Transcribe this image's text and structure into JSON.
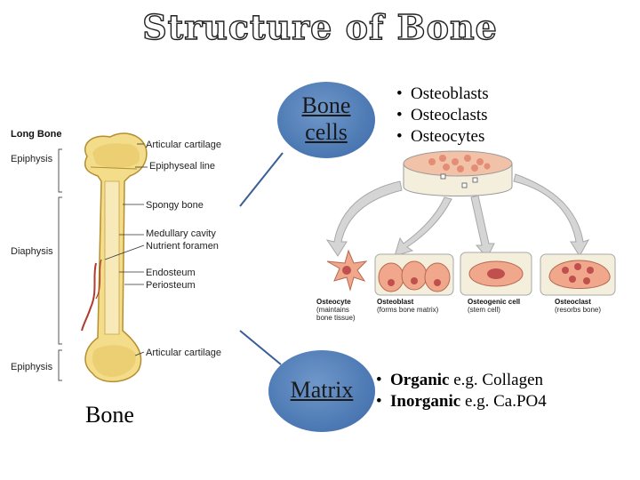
{
  "title": "Structure of Bone",
  "diagram": {
    "heading": "Long Bone",
    "labels": {
      "articular_top": "Articular cartilage",
      "epiphyseal_line": "Epiphyseal line",
      "spongy_bone": "Spongy bone",
      "medullary_cavity": "Medullary cavity",
      "nutrient_foramen": "Nutrient foramen",
      "endosteum": "Endosteum",
      "periosteum": "Periosteum",
      "articular_bottom": "Articular cartilage",
      "epiphysis_top": "Epiphysis",
      "diaphysis": "Diaphysis",
      "epiphysis_bottom": "Epiphysis"
    },
    "caption": "Bone"
  },
  "bone_cells": {
    "line1": "Bone",
    "line2": "cells",
    "items": [
      "Osteoblasts",
      "Osteoclasts",
      "Osteocytes"
    ]
  },
  "cell_figure": {
    "osteocyte": {
      "name": "Osteocyte",
      "desc1": "(maintains",
      "desc2": "bone tissue)"
    },
    "osteoblast": {
      "name": "Osteoblast",
      "desc": "(forms bone matrix)"
    },
    "osteogenic": {
      "name": "Osteogenic cell",
      "desc": "(stem cell)"
    },
    "osteoclast": {
      "name": "Osteoclast",
      "desc": "(resorbs bone)"
    }
  },
  "matrix": {
    "label": "Matrix",
    "items": [
      {
        "bold": "Organic",
        "rest": " e.g. Collagen"
      },
      {
        "bold": "Inorganic",
        "rest": " e.g. Ca.PO4"
      }
    ]
  },
  "colors": {
    "bubble": "#4a77b2",
    "bone_fill": "#f3dc8a",
    "bone_edge": "#b58f2e",
    "cell_fill": "#f0a78b"
  }
}
